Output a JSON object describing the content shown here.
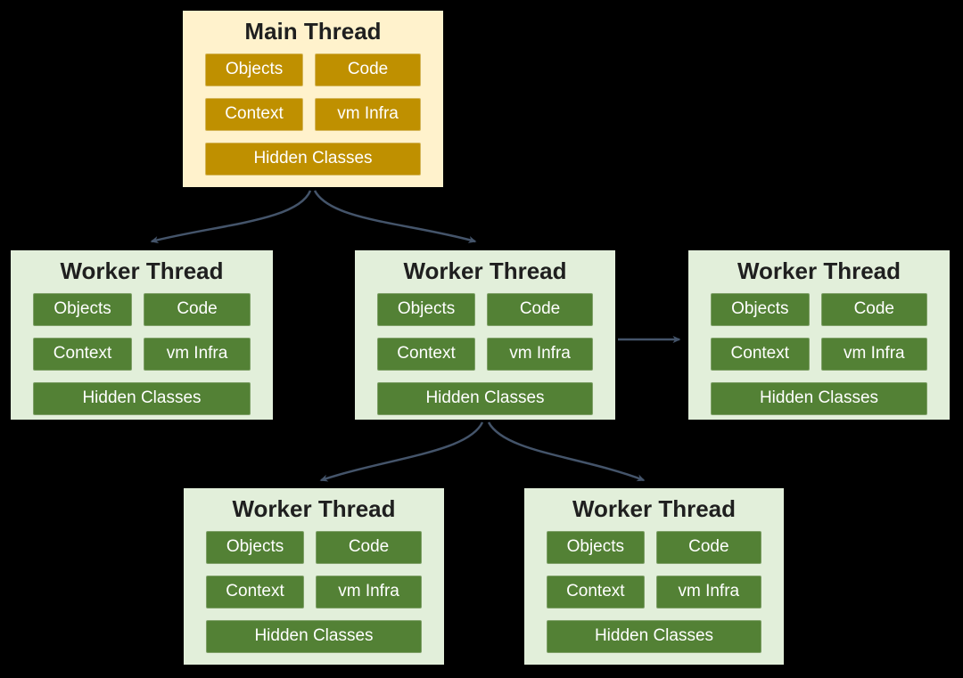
{
  "colors": {
    "background": "#000000",
    "main_box_bg": "#FFF2CC",
    "main_chip_bg": "#BF9000",
    "worker_box_bg": "#E2EFDA",
    "worker_chip_bg": "#538135",
    "chip_text": "#FFFFFF",
    "title_color": "#1F1F1F",
    "arrow_color": "#44546A"
  },
  "diagram": {
    "main": {
      "title": "Main Thread",
      "chips": [
        "Objects",
        "Code",
        "Context",
        "vm Infra",
        "Hidden Classes"
      ]
    },
    "workers": [
      {
        "title": "Worker Thread",
        "chips": [
          "Objects",
          "Code",
          "Context",
          "vm Infra",
          "Hidden Classes"
        ]
      },
      {
        "title": "Worker Thread",
        "chips": [
          "Objects",
          "Code",
          "Context",
          "vm Infra",
          "Hidden Classes"
        ]
      },
      {
        "title": "Worker Thread",
        "chips": [
          "Objects",
          "Code",
          "Context",
          "vm Infra",
          "Hidden Classes"
        ]
      },
      {
        "title": "Worker Thread",
        "chips": [
          "Objects",
          "Code",
          "Context",
          "vm Infra",
          "Hidden Classes"
        ]
      },
      {
        "title": "Worker Thread",
        "chips": [
          "Objects",
          "Code",
          "Context",
          "vm Infra",
          "Hidden Classes"
        ]
      }
    ]
  }
}
